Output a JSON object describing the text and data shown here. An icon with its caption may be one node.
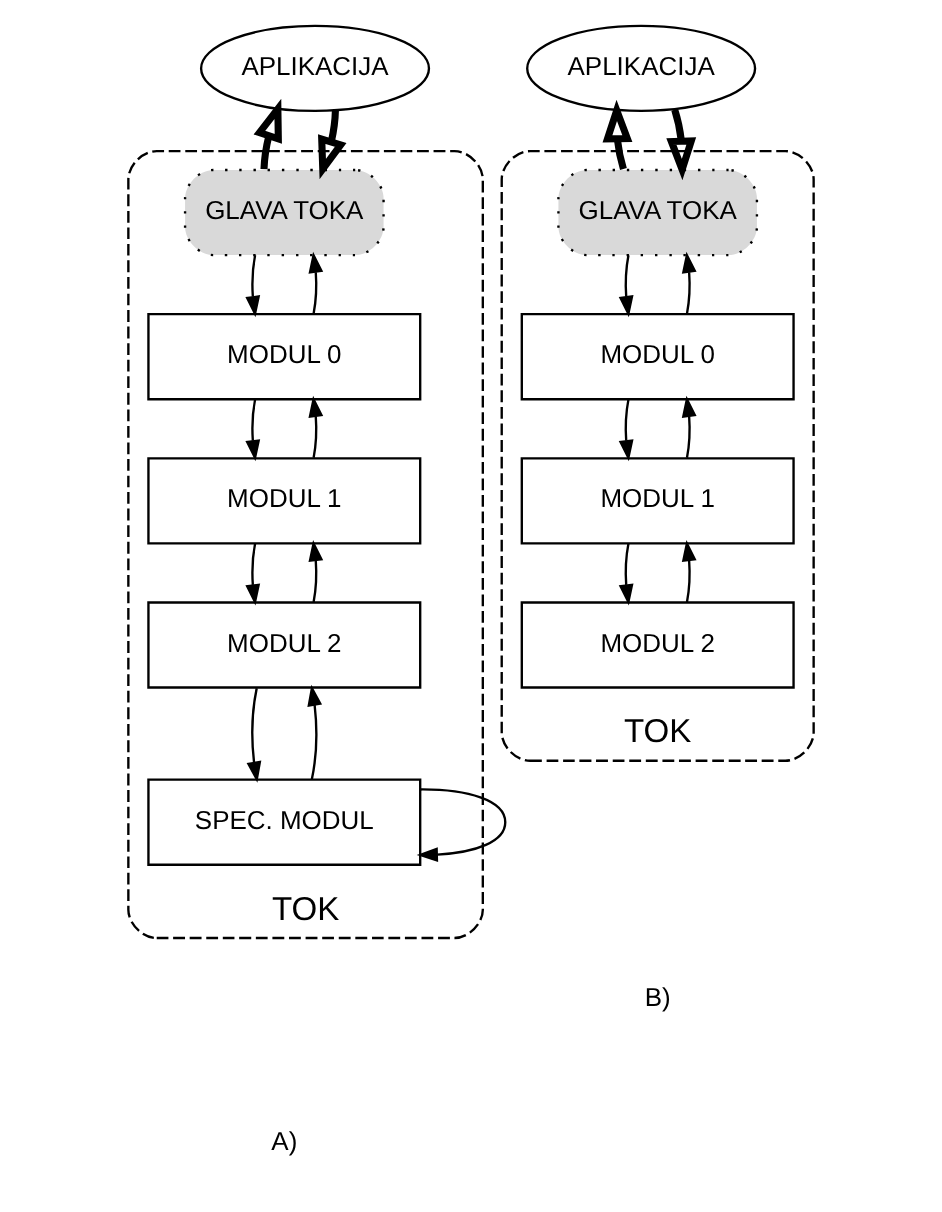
{
  "diagram": {
    "nodes": [
      {
        "text": [
          "APLIKACIJA"
        ]
      },
      {
        "text": [
          "TOK"
        ]
      },
      {
        "text": [
          "GLAVA TOKA"
        ],
        "in": 1
      },
      {
        "text": [
          "MODUL 0"
        ],
        "in": 1
      },
      {
        "text": [
          "MODUL 1"
        ],
        "in": 1
      },
      {
        "text": [
          "MODUL 2"
        ],
        "in": 1
      },
      {
        "text": [
          "SPEC. MODUL"
        ],
        "in": 1
      },
      {
        "text": [
          "APLIKACIJA"
        ]
      },
      {
        "text": [
          "TOK"
        ]
      },
      {
        "text": [
          "GLAVA TOKA"
        ],
        "in": 8
      },
      {
        "text": [
          "MODUL 0"
        ],
        "in": 8
      },
      {
        "text": [
          "MODUL 1"
        ],
        "in": 8
      },
      {
        "text": [
          "MODUL 2"
        ],
        "in": 8
      }
    ],
    "edges": [
      {
        "from": 0,
        "to": 2,
        "arrow": "to",
        "style": "thick"
      },
      {
        "from": 2,
        "to": 0,
        "arrow": "to",
        "style": "thick"
      },
      {
        "from": 2,
        "to": 3,
        "arrow": "to"
      },
      {
        "from": 3,
        "to": 2,
        "arrow": "to"
      },
      {
        "from": 3,
        "to": 4,
        "arrow": "to"
      },
      {
        "from": 4,
        "to": 3,
        "arrow": "to"
      },
      {
        "from": 4,
        "to": 5,
        "arrow": "to"
      },
      {
        "from": 5,
        "to": 4,
        "arrow": "to"
      },
      {
        "from": 5,
        "to": 6,
        "arrow": "to"
      },
      {
        "from": 6,
        "to": 5,
        "arrow": "to"
      },
      {
        "from": 6,
        "to": 6,
        "arrow": "to"
      },
      {
        "from": 7,
        "to": 9,
        "arrow": "to",
        "style": "thick"
      },
      {
        "from": 9,
        "to": 7,
        "arrow": "to",
        "style": "thick"
      },
      {
        "from": 9,
        "to": 10,
        "arrow": "to"
      },
      {
        "from": 10,
        "to": 9,
        "arrow": "to"
      },
      {
        "from": 10,
        "to": 11,
        "arrow": "to"
      },
      {
        "from": 11,
        "to": 10,
        "arrow": "to"
      },
      {
        "from": 11,
        "to": 12,
        "arrow": "to"
      },
      {
        "from": 12,
        "to": 11,
        "arrow": "to"
      }
    ],
    "labels": [
      "A)",
      "B)"
    ]
  }
}
